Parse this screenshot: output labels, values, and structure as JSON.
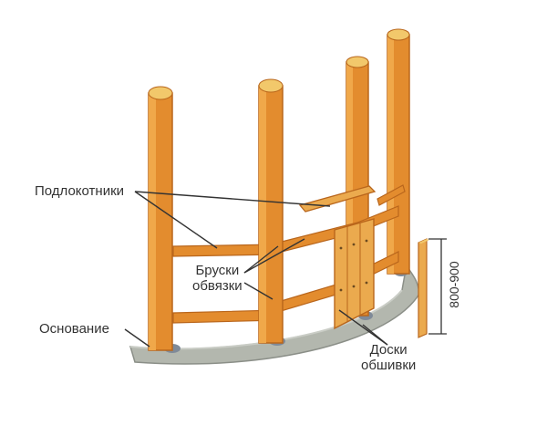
{
  "labels": {
    "armrests": "Подлокотники",
    "rails_line1": "Бруски",
    "rails_line2": "обвязки",
    "base": "Основание",
    "boards_line1": "Доски",
    "boards_line2": "обшивки",
    "height_dim": "800-900"
  },
  "colors": {
    "wood": "#E38C2E",
    "wood_dark": "#B9661C",
    "wood_top": "#F2C86B",
    "board": "#EBAA4E",
    "base": "#B3B7AE",
    "base_dark": "#8B8F88",
    "foot": "#7F8A98",
    "leader": "#333333"
  }
}
